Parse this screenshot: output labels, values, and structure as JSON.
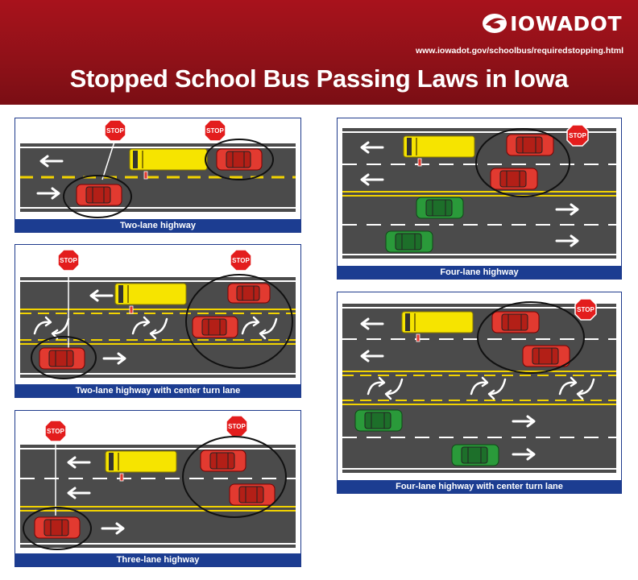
{
  "header": {
    "logo_text": "IOWADOT",
    "url": "www.iowadot.gov/schoolbus/requiredstopping.html",
    "title": "Stopped School Bus Passing Laws in Iowa"
  },
  "stop_sign_text": "STOP",
  "colors": {
    "banner": "#9b1219",
    "road": "#4b4b4b",
    "center_line": "#f2d300",
    "bus": "#f6e400",
    "stopping_car": "#e23a30",
    "passing_car": "#2a9a3a",
    "caption_bar": "#1c3d91"
  },
  "panels": [
    {
      "id": "two-lane",
      "caption": "Two-lane highway"
    },
    {
      "id": "two-lane-turn",
      "caption": "Two-lane highway with center turn lane"
    },
    {
      "id": "three-lane",
      "caption": "Three-lane highway"
    },
    {
      "id": "four-lane",
      "caption": "Four-lane highway"
    },
    {
      "id": "four-lane-turn",
      "caption": "Four-lane highway with center turn lane"
    }
  ]
}
